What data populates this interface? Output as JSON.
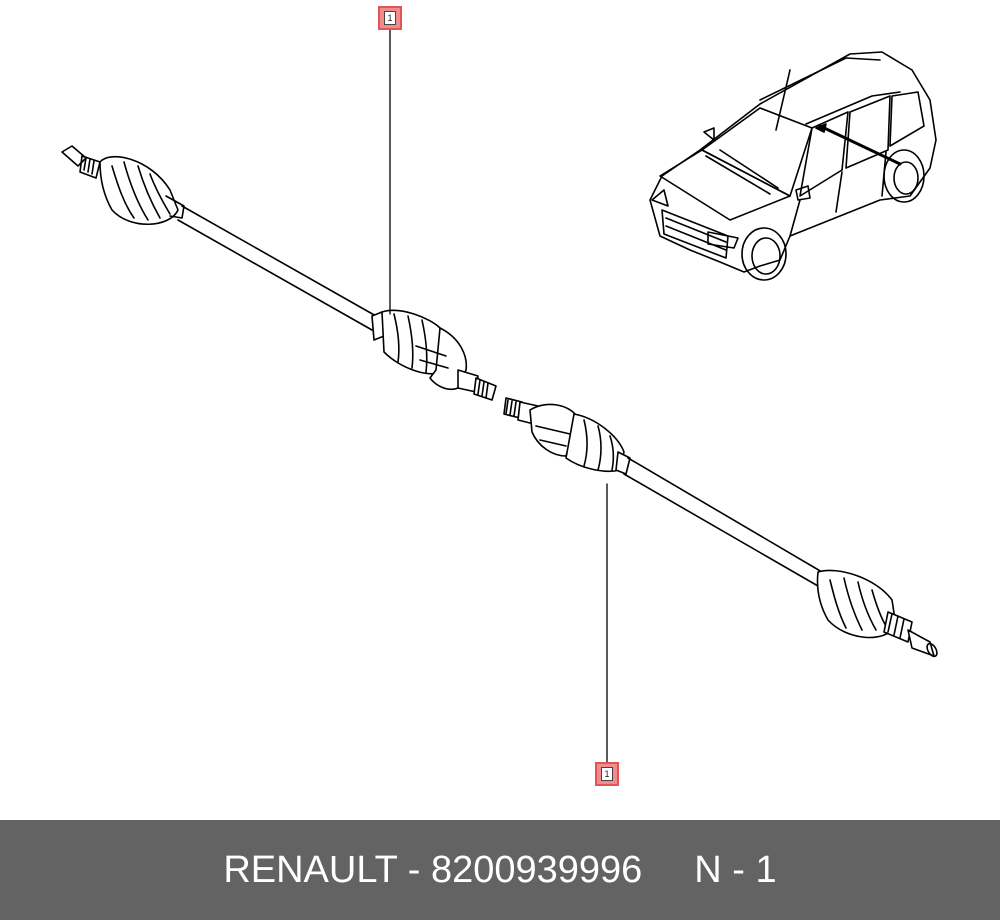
{
  "callouts": [
    {
      "id": "callout-top",
      "label": "1"
    },
    {
      "id": "callout-bottom",
      "label": "1"
    }
  ],
  "footer": {
    "brand_part": "RENAULT - 8200939996",
    "qty_part": "N - 1"
  },
  "colors": {
    "callout_fill": "#f28b8b",
    "callout_border": "#e05555",
    "footer_bg": "#636363",
    "footer_text": "#ffffff",
    "line": "#000000"
  },
  "icons": [
    "drive-shaft-left-icon",
    "drive-shaft-right-icon",
    "vehicle-suv-icon"
  ]
}
